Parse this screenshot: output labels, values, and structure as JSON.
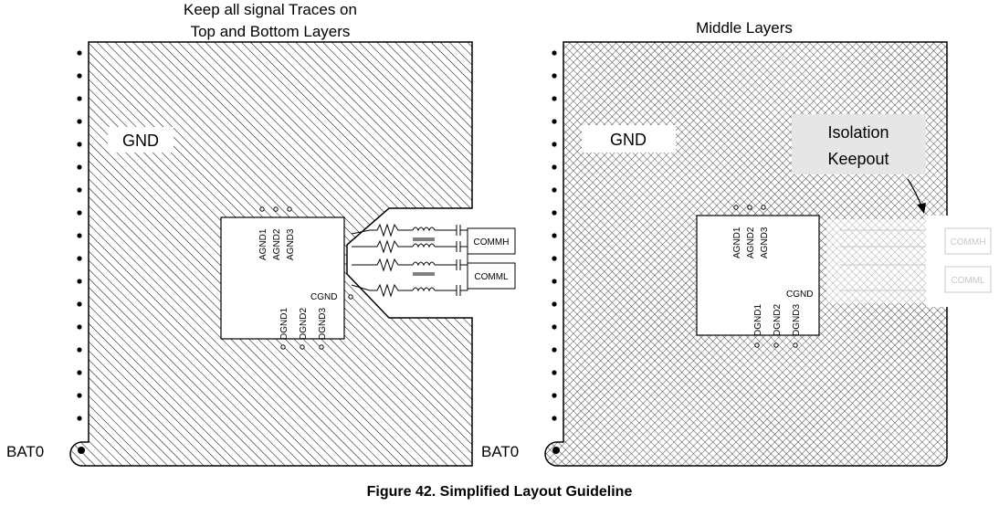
{
  "left_panel": {
    "title_line1": "Keep all signal Traces on",
    "title_line2": "Top and Bottom Layers",
    "gnd_label": "GND",
    "bat_label": "BAT0",
    "pins_top": [
      "AGND1",
      "AGND2",
      "AGND3"
    ],
    "pins_bottom": [
      "DGND1",
      "DGND2",
      "DGND3"
    ],
    "cgnd_label": "CGND",
    "connectors": [
      "COMMH",
      "COMML"
    ]
  },
  "right_panel": {
    "title": "Middle Layers",
    "gnd_label": "GND",
    "bat_label": "BAT0",
    "isolation_line1": "Isolation",
    "isolation_line2": "Keepout",
    "pins_top": [
      "AGND1",
      "AGND2",
      "AGND3"
    ],
    "pins_bottom": [
      "DGND1",
      "DGND2",
      "DGND3"
    ],
    "cgnd_label": "CGND",
    "connectors": [
      "COMMH",
      "COMML"
    ]
  },
  "caption": "Figure 42.  Simplified Layout Guideline",
  "colors": {
    "ink": "#000000",
    "ghost": "#c8c8c8",
    "label_bg": "#e6e6e6"
  }
}
